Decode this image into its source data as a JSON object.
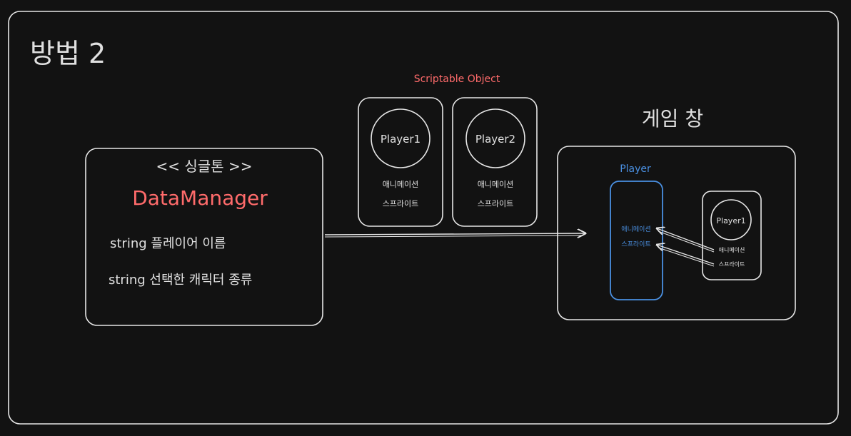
{
  "title": "방법 2",
  "colors": {
    "background": "#121212",
    "stroke": "#e6e6e6",
    "red": "#ff6b6b",
    "blue": "#4a90e2"
  },
  "singleton": {
    "stereotype": "<< 싱글톤 >>",
    "name": "DataManager",
    "fields": [
      "string 플레이어 이름",
      "string 선택한 캐릭터 종류"
    ]
  },
  "scriptable": {
    "label": "Scriptable Object",
    "cards": [
      {
        "name": "Player1",
        "items": [
          "애니메이션",
          "스프라이트"
        ]
      },
      {
        "name": "Player2",
        "items": [
          "애니메이션",
          "스프라이트"
        ]
      }
    ]
  },
  "game_window": {
    "title": "게임 창",
    "player": {
      "label": "Player",
      "items": [
        "애니메이션",
        "스프라이트"
      ]
    },
    "card": {
      "name": "Player1",
      "items": [
        "애니메이션",
        "스프라이트"
      ]
    }
  }
}
